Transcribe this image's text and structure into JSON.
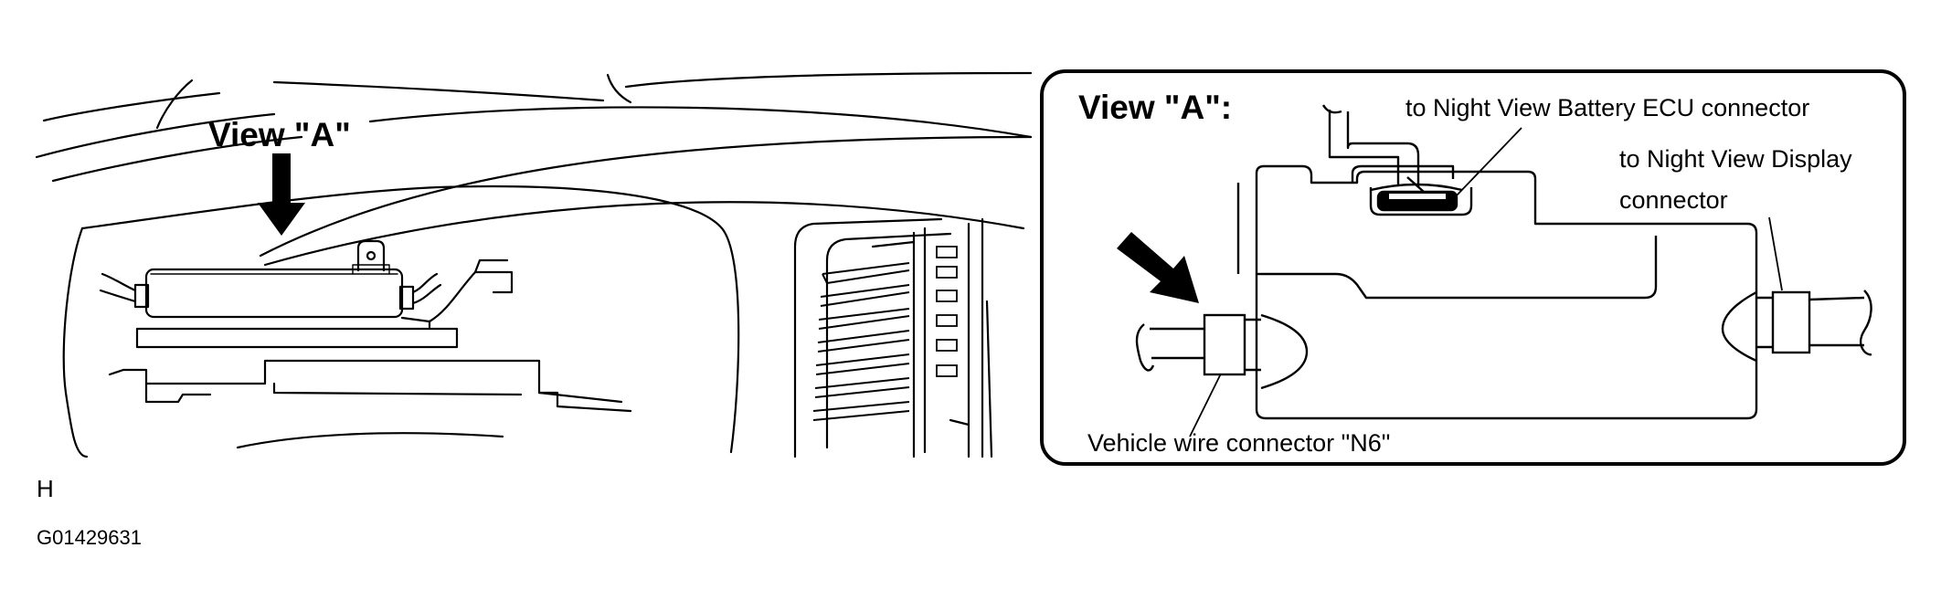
{
  "labels": {
    "view_a_left": "View \"A\"",
    "view_a_inset": "View \"A\":",
    "battery_ecu": "to Night View Battery ECU connector",
    "display_line1": "to Night View Display",
    "display_line2": "connector",
    "vehicle_wire": "Vehicle wire connector \"N6\""
  },
  "footer": {
    "letter": "H",
    "code": "G01429631"
  }
}
